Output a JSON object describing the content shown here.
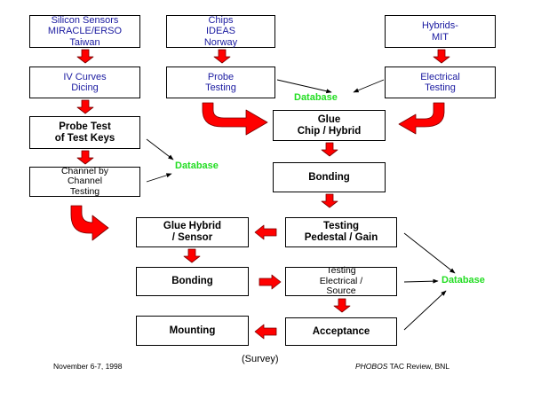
{
  "boxes": {
    "silicon_sensors": [
      "Silicon Sensors",
      "MIRACLE/ERSO",
      "Taiwan"
    ],
    "chips": [
      "Chips",
      "IDEAS",
      "Norway"
    ],
    "hybrids": [
      "Hybrids-",
      "MIT"
    ],
    "iv_curves": [
      "IV Curves",
      "Dicing"
    ],
    "probe_testing": [
      "Probe",
      "Testing"
    ],
    "electrical_testing": [
      "Electrical",
      "Testing"
    ],
    "probe_test_keys": [
      "Probe Test",
      "of Test Keys"
    ],
    "glue_chip_hybrid": [
      "Glue",
      "Chip / Hybrid"
    ],
    "channel_testing": [
      "Channel by",
      "Channel",
      "Testing"
    ],
    "bonding_top": [
      "Bonding"
    ],
    "glue_hybrid_sensor": [
      "Glue Hybrid",
      "/ Sensor"
    ],
    "testing_pedestal": [
      "Testing",
      "Pedestal / Gain"
    ],
    "bonding_bottom": [
      "Bonding"
    ],
    "testing_electrical_source": [
      "Testing",
      "Electrical /",
      "Source"
    ],
    "mounting": [
      "Mounting"
    ],
    "acceptance": [
      "Acceptance"
    ]
  },
  "database_label": "Database",
  "footer": {
    "date": "November 6-7, 1998",
    "survey": "(Survey)",
    "review_italic": "PHOBOS",
    "review_rest": " TAC Review, BNL"
  },
  "colors": {
    "arrow_fill": "#ff0000",
    "arrow_stroke": "#7a0000",
    "database_text": "#22dd22",
    "blue_text": "#1a1aa0"
  }
}
